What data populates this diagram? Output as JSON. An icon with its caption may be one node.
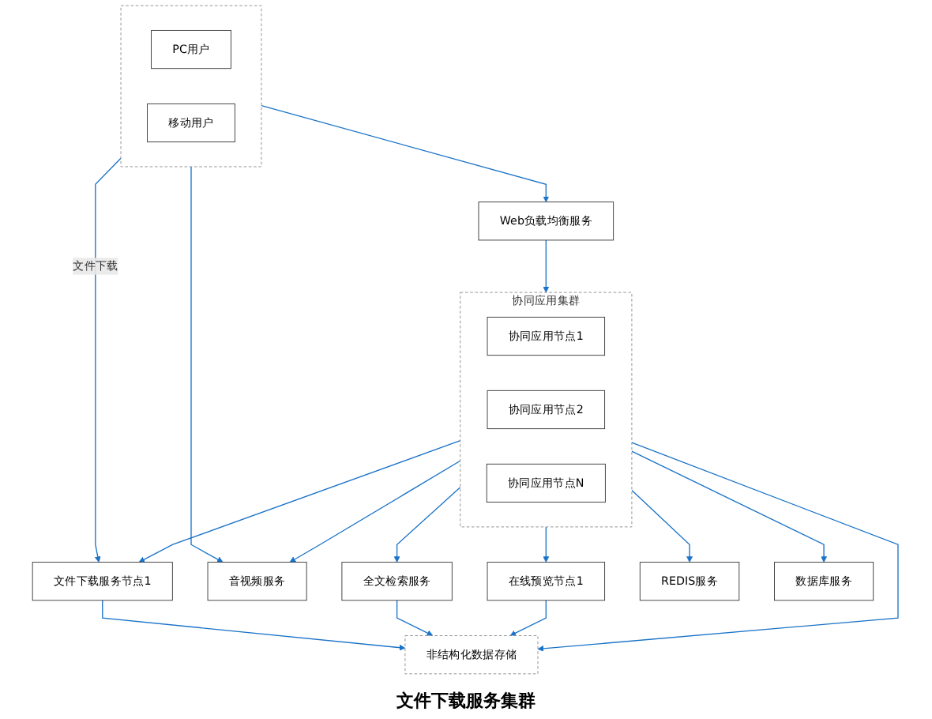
{
  "diagram": {
    "nodes": [
      {
        "text": [],
        "shape": "box"
      },
      {
        "text": [
          "PC用户"
        ],
        "in": 0
      },
      {
        "text": [
          "移动用户"
        ],
        "in": 0
      },
      {
        "text": [
          "Web负载均衡服务"
        ]
      },
      {
        "text": [
          "文件下载服务节点1"
        ]
      },
      {
        "text": [
          "协同应用集群"
        ]
      },
      {
        "text": [
          "协同应用节点1"
        ],
        "in": 5
      },
      {
        "text": [
          "协同应用节点2"
        ],
        "in": 5
      },
      {
        "text": [
          "协同应用节点N"
        ],
        "in": 5
      },
      {
        "text": [
          "音视频服务"
        ]
      },
      {
        "text": [
          "非结构化数据存储"
        ]
      },
      {
        "text": [
          "全文检索服务"
        ]
      },
      {
        "text": [
          "在线预览节点1"
        ]
      },
      {
        "text": [
          "REDIS服务"
        ]
      },
      {
        "text": [
          "数据库服务"
        ]
      }
    ],
    "edges": [
      {
        "from": 0,
        "to": 4,
        "arrow": "to",
        "label": "文件下载"
      },
      {
        "from": 0,
        "to": 3,
        "arrow": "to"
      },
      {
        "from": 0,
        "to": 9,
        "arrow": "to"
      },
      {
        "from": 3,
        "to": 5,
        "arrow": "to"
      },
      {
        "from": 5,
        "to": 4,
        "arrow": "to"
      },
      {
        "from": 5,
        "to": 10,
        "arrow": "to"
      },
      {
        "from": 5,
        "to": 9,
        "arrow": "to"
      },
      {
        "from": 5,
        "to": 11,
        "arrow": "to"
      },
      {
        "from": 5,
        "to": 12,
        "arrow": "to"
      },
      {
        "from": 5,
        "to": 13,
        "arrow": "to"
      },
      {
        "from": 5,
        "to": 14,
        "arrow": "to"
      },
      {
        "from": 4,
        "to": 10,
        "arrow": "to"
      },
      {
        "from": 11,
        "to": 10,
        "arrow": "to"
      },
      {
        "from": 12,
        "to": 10,
        "arrow": "to"
      }
    ],
    "labels": [
      "文件下载服务集群"
    ]
  }
}
